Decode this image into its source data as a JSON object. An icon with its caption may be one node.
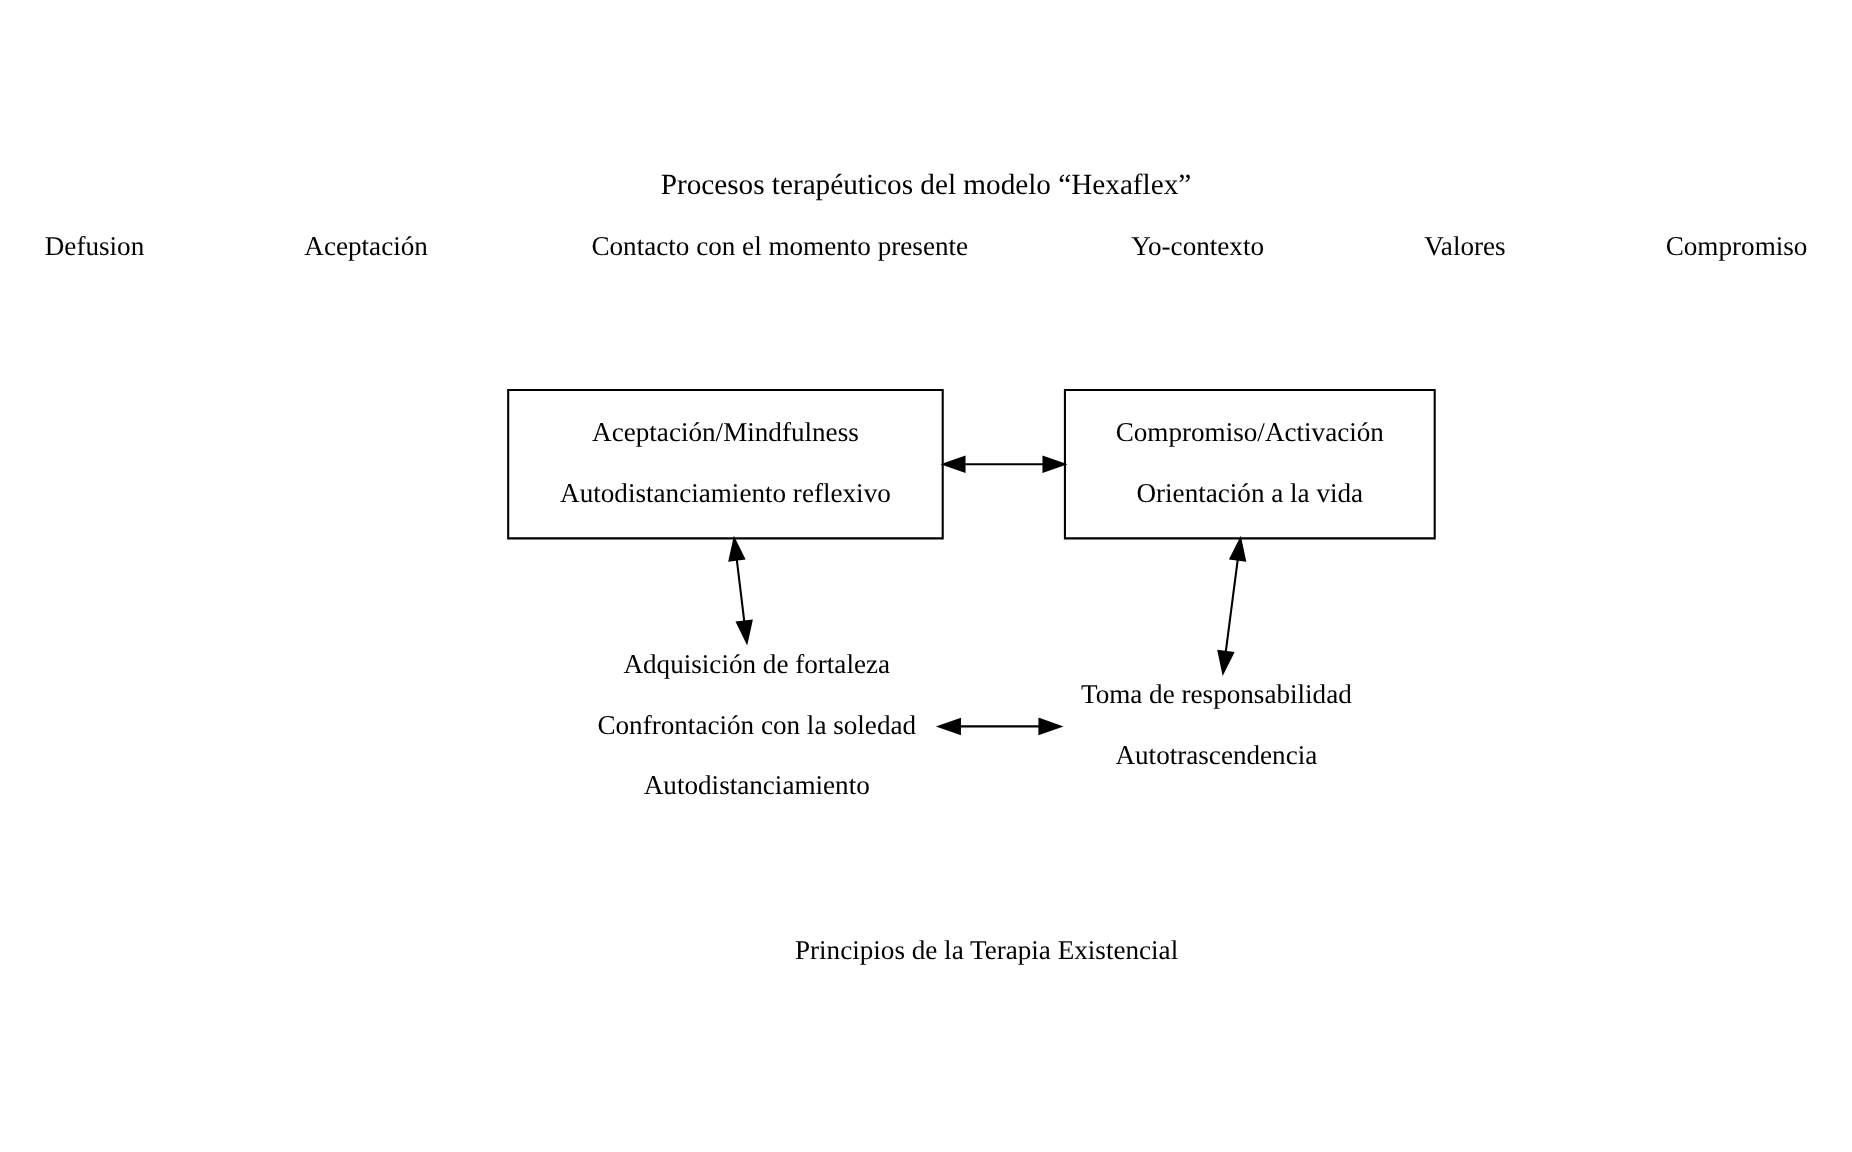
{
  "diagram": {
    "title": "Procesos terapéuticos del modelo “Hexaflex”",
    "nodes": [
      {
        "text": [
          "Aceptación/Mindfulness",
          "Autodistanciamiento reflexivo"
        ]
      },
      {
        "text": [
          "Compromiso/Activación",
          "Orientación a la vida"
        ]
      },
      {
        "text": [
          "Adquisición de fortaleza",
          "Confrontación con la soledad",
          "Autodistanciamiento"
        ]
      },
      {
        "text": [
          "Toma de responsabilidad",
          "Autotrascendencia"
        ]
      }
    ],
    "edges": [
      {
        "from": 0,
        "to": 1,
        "arrow": "both"
      },
      {
        "from": 0,
        "to": 2,
        "arrow": "both"
      },
      {
        "from": 1,
        "to": 3,
        "arrow": "both"
      },
      {
        "from": 2,
        "to": 3,
        "arrow": "both"
      }
    ],
    "labels": [
      "Defusion",
      "Aceptación",
      "Contacto con el momento presente",
      "Yo-contexto",
      "Valores",
      "Compromiso",
      "Principios de la Terapia Existencial"
    ]
  }
}
